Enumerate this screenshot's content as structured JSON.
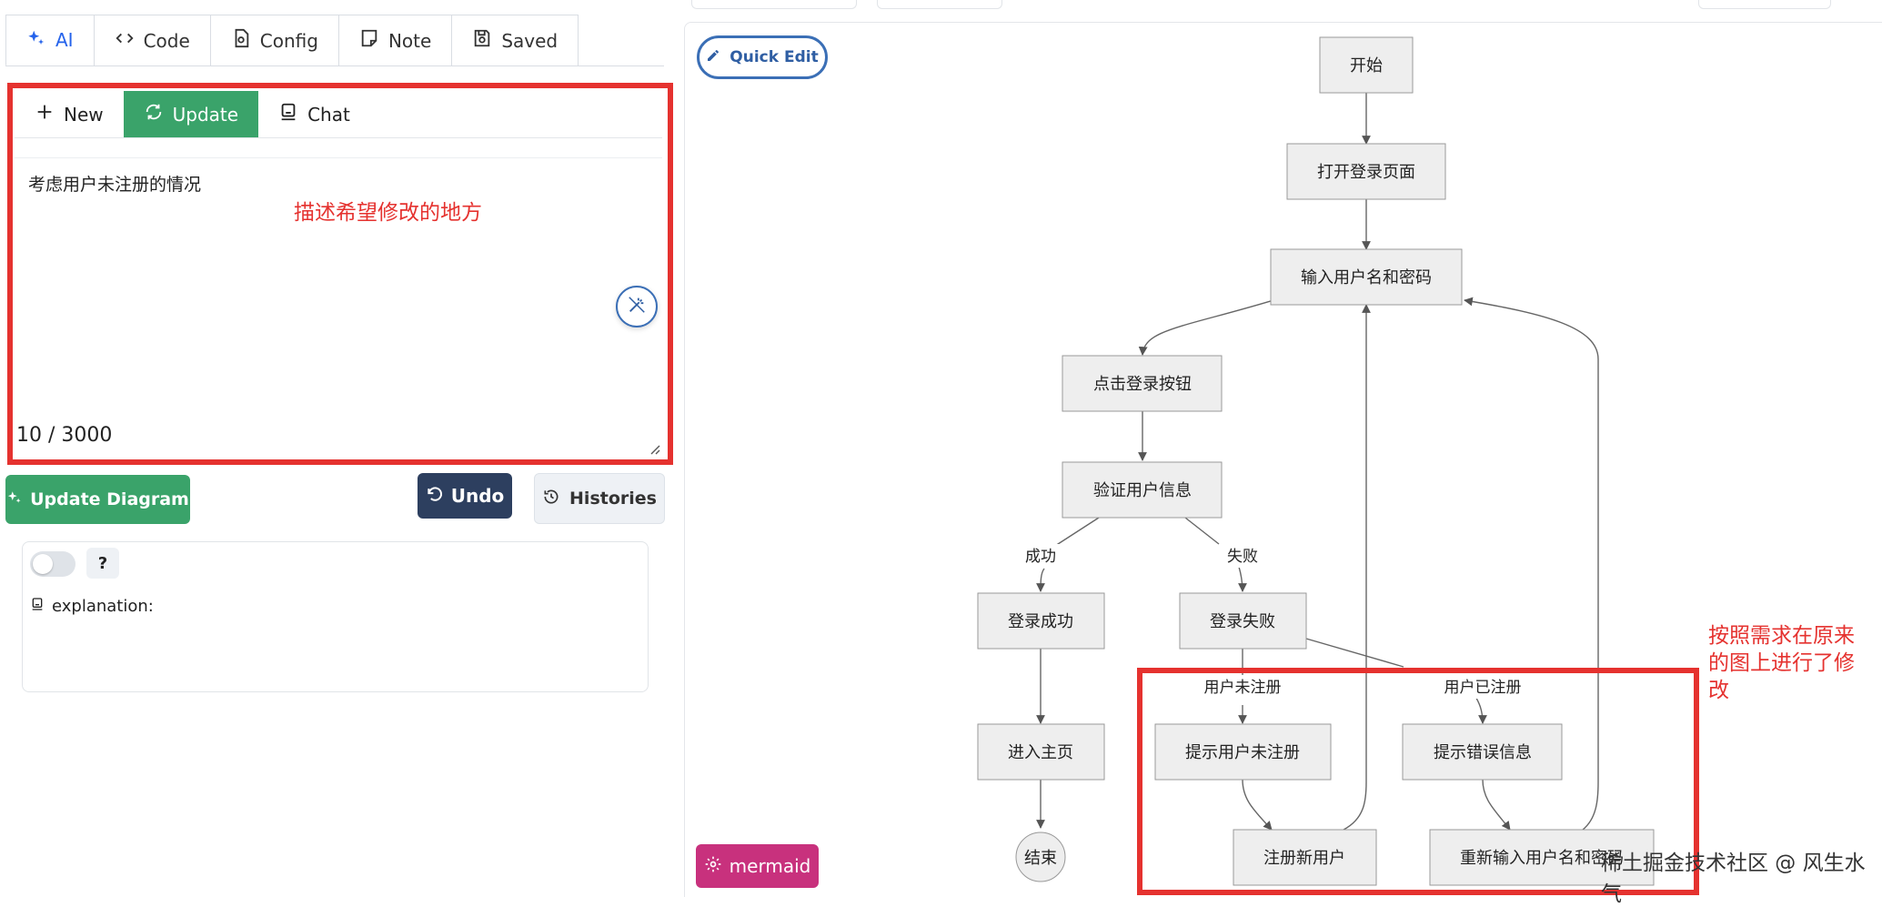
{
  "top_tabs": [
    {
      "label": "AI",
      "icon": "sparkle-icon"
    },
    {
      "label": "Code",
      "icon": "code-icon"
    },
    {
      "label": "Config",
      "icon": "config-file-icon"
    },
    {
      "label": "Note",
      "icon": "note-icon"
    },
    {
      "label": "Saved",
      "icon": "save-icon"
    }
  ],
  "sub_tabs": [
    {
      "label": "New",
      "icon": "plus-icon"
    },
    {
      "label": "Update",
      "icon": "refresh-icon"
    },
    {
      "label": "Chat",
      "icon": "robot-icon"
    }
  ],
  "prompt": {
    "value": "考虑用户未注册的情况",
    "counter": "10 / 3000"
  },
  "annotations": {
    "left": "描述希望修改的地方",
    "right": "按照需求在原来的图上进行了修改"
  },
  "buttons": {
    "update_diagram": "Update Diagram",
    "undo": "Undo",
    "histories": "Histories",
    "help": "?"
  },
  "explanation_label": "explanation:",
  "quick_edit": "Quick Edit",
  "mermaid_label": "mermaid",
  "watermark": "稀土掘金技术社区 @ 风生水气",
  "flowchart": {
    "nodes": {
      "start": "开始",
      "open_login": "打开登录页面",
      "input": "输入用户名和密码",
      "click": "点击登录按钮",
      "verify": "验证用户信息",
      "success": "登录成功",
      "fail": "登录失败",
      "home": "进入主页",
      "end": "结束",
      "tip_unreg": "提示用户未注册",
      "tip_error": "提示错误信息",
      "register": "注册新用户",
      "reinput": "重新输入用户名和密码"
    },
    "edge_labels": {
      "success": "成功",
      "fail": "失败",
      "unregistered": "用户未注册",
      "registered": "用户已注册"
    }
  },
  "colors": {
    "accent_green": "#3aa36a",
    "annotation_red": "#e5322f",
    "undo_navy": "#2d3f5f",
    "mermaid_pink": "#c8317d",
    "link_blue": "#2563eb"
  }
}
